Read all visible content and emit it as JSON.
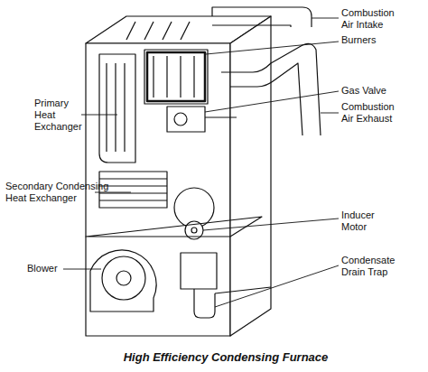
{
  "diagram": {
    "caption": "High Efficiency Condensing Furnace",
    "labels": [
      "Combustion Air Intake",
      "Burners",
      "Primary Heat Exchanger",
      "Gas Valve",
      "Combustion Air Exhaust",
      "Secondary Condensing Heat Exchanger",
      "Inducer Motor",
      "Blower",
      "Condensate Drain Trap"
    ]
  }
}
